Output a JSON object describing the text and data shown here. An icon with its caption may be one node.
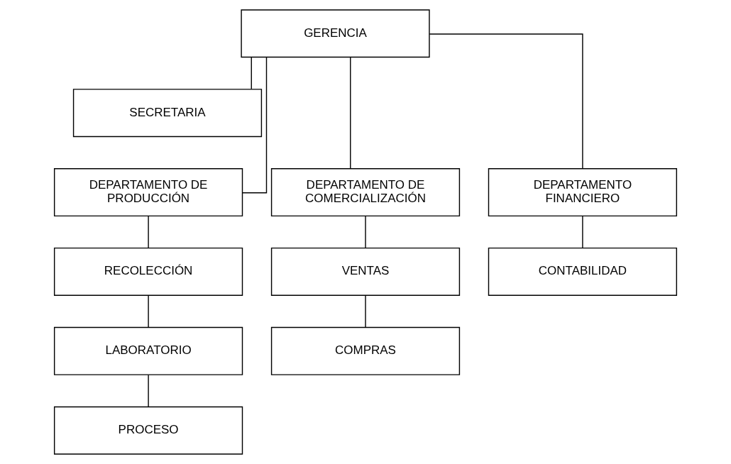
{
  "diagram": {
    "nodes": [
      {
        "text": [
          "GERENCIA"
        ]
      },
      {
        "text": [
          "SECRETARIA"
        ]
      },
      {
        "text": [
          "DEPARTAMENTO DE PRODUCCIÓN"
        ]
      },
      {
        "text": [
          "DEPARTAMENTO DE COMERCIALIZACIÓN"
        ]
      },
      {
        "text": [
          "DEPARTAMENTO FINANCIERO"
        ]
      },
      {
        "text": [
          "RECOLECCIÓN"
        ]
      },
      {
        "text": [
          "LABORATORIO"
        ]
      },
      {
        "text": [
          "PROCESO"
        ]
      },
      {
        "text": [
          "VENTAS"
        ]
      },
      {
        "text": [
          "COMPRAS"
        ]
      },
      {
        "text": [
          "CONTABILIDAD"
        ]
      }
    ],
    "edges": [
      {
        "from": 0,
        "to": 1,
        "arrow": "none"
      },
      {
        "from": 0,
        "to": 2,
        "arrow": "none"
      },
      {
        "from": 0,
        "to": 3,
        "arrow": "none"
      },
      {
        "from": 0,
        "to": 4,
        "arrow": "none"
      },
      {
        "from": 2,
        "to": 5,
        "arrow": "none"
      },
      {
        "from": 5,
        "to": 6,
        "arrow": "none"
      },
      {
        "from": 6,
        "to": 7,
        "arrow": "none"
      },
      {
        "from": 3,
        "to": 8,
        "arrow": "none"
      },
      {
        "from": 8,
        "to": 9,
        "arrow": "none"
      },
      {
        "from": 4,
        "to": 10,
        "arrow": "none"
      }
    ]
  }
}
